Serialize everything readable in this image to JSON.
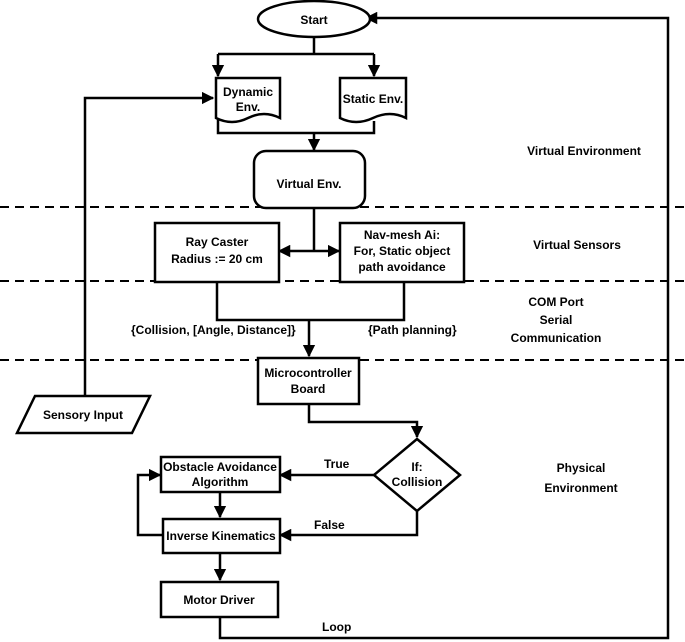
{
  "nodes": {
    "start": "Start",
    "dynamic_env": [
      "Dynamic",
      "Env."
    ],
    "static_env": "Static Env.",
    "virtual_env": "Virtual Env.",
    "ray_caster": [
      "Ray Caster",
      "Radius := 20 cm"
    ],
    "navmesh": [
      "Nav-mesh Ai:",
      "For, Static object",
      "path avoidance"
    ],
    "microcontroller": [
      "Microcontroller",
      "Board"
    ],
    "sensory_input": "Sensory Input",
    "if_collision": [
      "If:",
      "Collision"
    ],
    "obstacle_avoidance": [
      "Obstacle Avoidance",
      "Algorithm"
    ],
    "inverse_kinematics": "Inverse Kinematics",
    "motor_driver": "Motor Driver"
  },
  "edge_labels": {
    "collision_data": "{Collision, [Angle, Distance]}",
    "path_planning": "{Path planning}",
    "true": "True",
    "false": "False",
    "loop": "Loop"
  },
  "sections": {
    "virtual_environment": "Virtual Environment",
    "virtual_sensors": "Virtual Sensors",
    "com_port": [
      "COM Port",
      "Serial",
      "Communication"
    ],
    "physical_environment": [
      "Physical",
      "Environment"
    ]
  }
}
